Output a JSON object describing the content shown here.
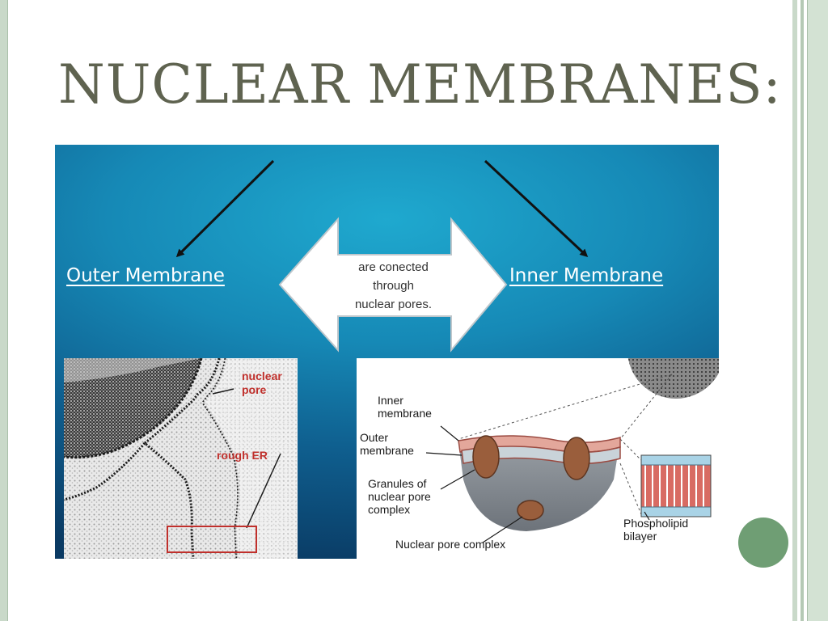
{
  "slide": {
    "title": "NUCLEAR MEMBRANES:",
    "colors": {
      "title": "#5f6350",
      "frame": "#c9d9c9",
      "accent_dot": "#6f9e74",
      "panel_top": "#1fa9cf",
      "panel_bottom": "#0a3a63"
    }
  },
  "diagram": {
    "outer_label": "Outer Membrane",
    "inner_label": "Inner Membrane",
    "connector_text": [
      "are conected",
      "through",
      "nuclear pores."
    ]
  },
  "micrograph": {
    "labels": [
      "nuclear",
      "pore",
      "rough ER"
    ]
  },
  "illustration": {
    "labels": {
      "inner_membrane": [
        "Inner",
        "membrane"
      ],
      "outer_membrane": [
        "Outer",
        "membrane"
      ],
      "granules": [
        "Granules of",
        "nuclear pore",
        "complex"
      ],
      "pore_complex": "Nuclear pore complex",
      "bilayer": [
        "Phospholipid",
        "bilayer"
      ]
    }
  }
}
